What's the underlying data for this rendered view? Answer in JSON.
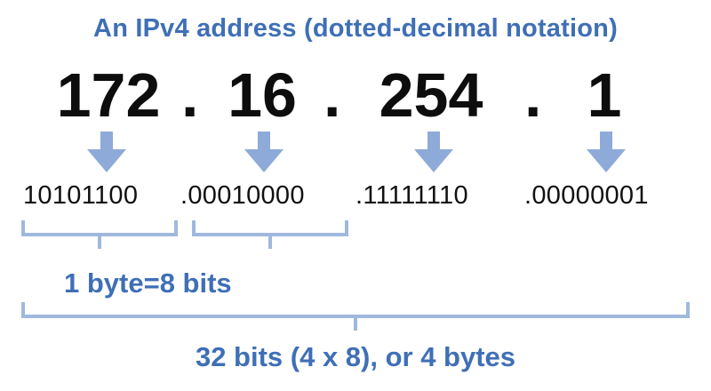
{
  "title": "An IPv4 address (dotted-decimal notation)",
  "octets": [
    "172",
    "16",
    "254",
    "1"
  ],
  "separator": ".",
  "binary": [
    "10101100",
    ".00010000",
    ".11111110",
    ".00000001"
  ],
  "labels": {
    "byte": "1 byte=8 bits",
    "total": "32 bits (4 x 8), or 4 bytes"
  },
  "colors": {
    "accent": "#3f6fb6",
    "arrow": "#8eaad8",
    "bracket": "#9fb8de",
    "text": "#0d0d0d"
  }
}
